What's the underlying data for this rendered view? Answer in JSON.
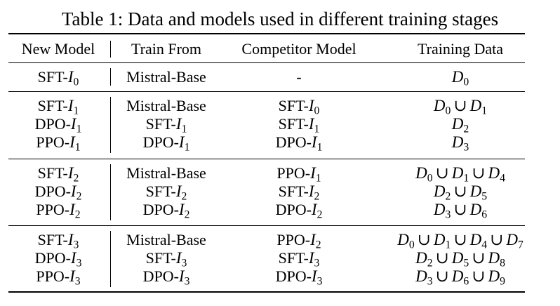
{
  "caption": "Table 1: Data and models used in different training stages",
  "columns": [
    "New Model",
    "Train From",
    "Competitor Model",
    "Training Data"
  ],
  "groups": [
    {
      "rows": [
        {
          "new_model": {
            "name": "SFT-",
            "var": "I",
            "sub": "0"
          },
          "train_from": {
            "name": "Mistral-Base",
            "var": "",
            "sub": ""
          },
          "competitor": {
            "name": "-",
            "var": "",
            "sub": ""
          },
          "data": [
            "0"
          ]
        }
      ]
    },
    {
      "rows": [
        {
          "new_model": {
            "name": "SFT-",
            "var": "I",
            "sub": "1"
          },
          "train_from": {
            "name": "Mistral-Base",
            "var": "",
            "sub": ""
          },
          "competitor": {
            "name": "SFT-",
            "var": "I",
            "sub": "0"
          },
          "data": [
            "0",
            "1"
          ]
        },
        {
          "new_model": {
            "name": "DPO-",
            "var": "I",
            "sub": "1"
          },
          "train_from": {
            "name": "SFT-",
            "var": "I",
            "sub": "1"
          },
          "competitor": {
            "name": "SFT-",
            "var": "I",
            "sub": "1"
          },
          "data": [
            "2"
          ]
        },
        {
          "new_model": {
            "name": "PPO-",
            "var": "I",
            "sub": "1"
          },
          "train_from": {
            "name": "DPO-",
            "var": "I",
            "sub": "1"
          },
          "competitor": {
            "name": "DPO-",
            "var": "I",
            "sub": "1"
          },
          "data": [
            "3"
          ]
        }
      ]
    },
    {
      "rows": [
        {
          "new_model": {
            "name": "SFT-",
            "var": "I",
            "sub": "2"
          },
          "train_from": {
            "name": "Mistral-Base",
            "var": "",
            "sub": ""
          },
          "competitor": {
            "name": "PPO-",
            "var": "I",
            "sub": "1"
          },
          "data": [
            "0",
            "1",
            "4"
          ]
        },
        {
          "new_model": {
            "name": "DPO-",
            "var": "I",
            "sub": "2"
          },
          "train_from": {
            "name": "SFT-",
            "var": "I",
            "sub": "2"
          },
          "competitor": {
            "name": "SFT-",
            "var": "I",
            "sub": "2"
          },
          "data": [
            "2",
            "5"
          ]
        },
        {
          "new_model": {
            "name": "PPO-",
            "var": "I",
            "sub": "2"
          },
          "train_from": {
            "name": "DPO-",
            "var": "I",
            "sub": "2"
          },
          "competitor": {
            "name": "DPO-",
            "var": "I",
            "sub": "2"
          },
          "data": [
            "3",
            "6"
          ]
        }
      ]
    },
    {
      "rows": [
        {
          "new_model": {
            "name": "SFT-",
            "var": "I",
            "sub": "3"
          },
          "train_from": {
            "name": "Mistral-Base",
            "var": "",
            "sub": ""
          },
          "competitor": {
            "name": "PPO-",
            "var": "I",
            "sub": "2"
          },
          "data": [
            "0",
            "1",
            "4",
            "7"
          ]
        },
        {
          "new_model": {
            "name": "DPO-",
            "var": "I",
            "sub": "3"
          },
          "train_from": {
            "name": "SFT-",
            "var": "I",
            "sub": "3"
          },
          "competitor": {
            "name": "SFT-",
            "var": "I",
            "sub": "3"
          },
          "data": [
            "2",
            "5",
            "8"
          ]
        },
        {
          "new_model": {
            "name": "PPO-",
            "var": "I",
            "sub": "3"
          },
          "train_from": {
            "name": "DPO-",
            "var": "I",
            "sub": "3"
          },
          "competitor": {
            "name": "DPO-",
            "var": "I",
            "sub": "3"
          },
          "data": [
            "3",
            "6",
            "9"
          ]
        }
      ]
    }
  ],
  "symbols": {
    "data_var": "D",
    "union": "∪"
  }
}
